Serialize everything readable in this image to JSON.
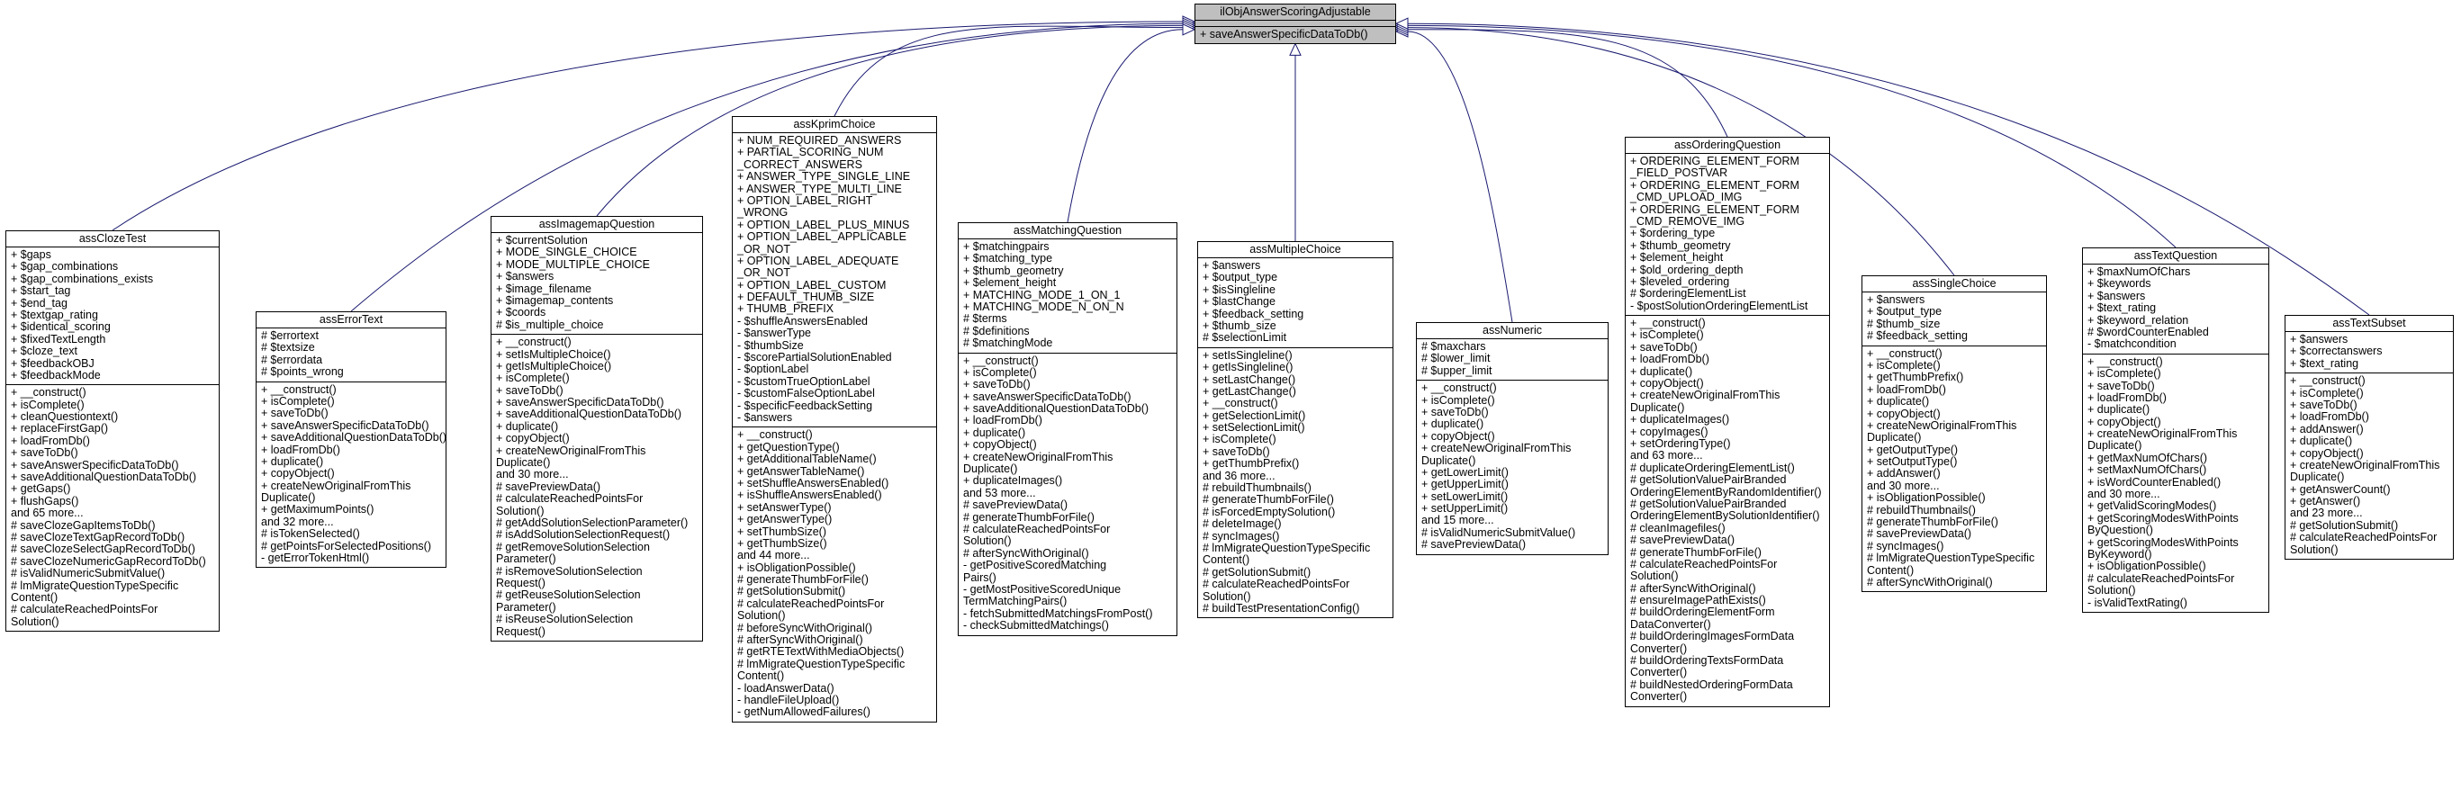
{
  "diagram": {
    "root": {
      "name": "ilObjAnswerScoringAdjustable",
      "operations": [
        "+ saveAnswerSpecificDataToDb()"
      ]
    },
    "classes": [
      {
        "id": "cloze",
        "name": "assClozeTest",
        "attributes": [
          "+ $gaps",
          "+ $gap_combinations",
          "+ $gap_combinations_exists",
          "+ $start_tag",
          "+ $end_tag",
          "+ $textgap_rating",
          "+ $identical_scoring",
          "+ $fixedTextLength",
          "+ $cloze_text",
          "+ $feedbackOBJ",
          "+ $feedbackMode"
        ],
        "operations": [
          "+ __construct()",
          "+ isComplete()",
          "+ cleanQuestiontext()",
          "+ replaceFirstGap()",
          "+ loadFromDb()",
          "+ saveToDb()",
          "+ saveAnswerSpecificDataToDb()",
          "+ saveAdditionalQuestionDataToDb()",
          "+ getGaps()",
          "+ flushGaps()",
          "and 65 more...",
          "# saveClozeGapItemsToDb()",
          "# saveClozeTextGapRecordToDb()",
          "# saveClozeSelectGapRecordToDb()",
          "# saveClozeNumericGapRecordToDb()",
          "# isValidNumericSubmitValue()",
          "# lmMigrateQuestionTypeSpecific",
          "Content()",
          "# calculateReachedPointsFor",
          "Solution()"
        ]
      },
      {
        "id": "errortext",
        "name": "assErrorText",
        "attributes": [
          "# $errortext",
          "# $textsize",
          "# $errordata",
          "# $points_wrong"
        ],
        "operations": [
          "+ __construct()",
          "+ isComplete()",
          "+ saveToDb()",
          "+ saveAnswerSpecificDataToDb()",
          "+ saveAdditionalQuestionDataToDb()",
          "+ loadFromDb()",
          "+ duplicate()",
          "+ copyObject()",
          "+ createNewOriginalFromThis",
          "Duplicate()",
          "+ getMaximumPoints()",
          "and 32 more...",
          "# isTokenSelected()",
          "# getPointsForSelectedPositions()",
          "- getErrorTokenHtml()"
        ]
      },
      {
        "id": "imagemap",
        "name": "assImagemapQuestion",
        "attributes": [
          "+ $currentSolution",
          "+ MODE_SINGLE_CHOICE",
          "+ MODE_MULTIPLE_CHOICE",
          "+ $answers",
          "+ $image_filename",
          "+ $imagemap_contents",
          "+ $coords",
          "# $is_multiple_choice"
        ],
        "operations": [
          "+ __construct()",
          "+ setIsMultipleChoice()",
          "+ getIsMultipleChoice()",
          "+ isComplete()",
          "+ saveToDb()",
          "+ saveAnswerSpecificDataToDb()",
          "+ saveAdditionalQuestionDataToDb()",
          "+ duplicate()",
          "+ copyObject()",
          "+ createNewOriginalFromThis",
          "Duplicate()",
          "and 30 more...",
          "# savePreviewData()",
          "# calculateReachedPointsFor",
          "Solution()",
          "# getAddSolutionSelectionParameter()",
          "# isAddSolutionSelectionRequest()",
          "# getRemoveSolutionSelection",
          "Parameter()",
          "# isRemoveSolutionSelection",
          "Request()",
          "# getReuseSolutionSelection",
          "Parameter()",
          "# isReuseSolutionSelection",
          "Request()"
        ]
      },
      {
        "id": "kprim",
        "name": "assKprimChoice",
        "attributes": [
          "+ NUM_REQUIRED_ANSWERS",
          "+ PARTIAL_SCORING_NUM",
          "_CORRECT_ANSWERS",
          "+ ANSWER_TYPE_SINGLE_LINE",
          "+ ANSWER_TYPE_MULTI_LINE",
          "+ OPTION_LABEL_RIGHT",
          "_WRONG",
          "+ OPTION_LABEL_PLUS_MINUS",
          "+ OPTION_LABEL_APPLICABLE",
          "_OR_NOT",
          "+ OPTION_LABEL_ADEQUATE",
          "_OR_NOT",
          "+ OPTION_LABEL_CUSTOM",
          "+ DEFAULT_THUMB_SIZE",
          "+ THUMB_PREFIX",
          "- $shuffleAnswersEnabled",
          "- $answerType",
          "- $thumbSize",
          "- $scorePartialSolutionEnabled",
          "- $optionLabel",
          "- $customTrueOptionLabel",
          "- $customFalseOptionLabel",
          "- $specificFeedbackSetting",
          "- $answers"
        ],
        "operations": [
          "+ __construct()",
          "+ getQuestionType()",
          "+ getAdditionalTableName()",
          "+ getAnswerTableName()",
          "+ setShuffleAnswersEnabled()",
          "+ isShuffleAnswersEnabled()",
          "+ setAnswerType()",
          "+ getAnswerType()",
          "+ setThumbSize()",
          "+ getThumbSize()",
          "and 44 more...",
          "+ isObligationPossible()",
          "# generateThumbForFile()",
          "# getSolutionSubmit()",
          "# calculateReachedPointsFor",
          "Solution()",
          "# beforeSyncWithOriginal()",
          "# afterSyncWithOriginal()",
          "# getRTETextWithMediaObjects()",
          "# lmMigrateQuestionTypeSpecific",
          "Content()",
          "- loadAnswerData()",
          "- handleFileUpload()",
          "- getNumAllowedFailures()"
        ]
      },
      {
        "id": "matching",
        "name": "assMatchingQuestion",
        "attributes": [
          "+ $matchingpairs",
          "+ $matching_type",
          "+ $thumb_geometry",
          "+ $element_height",
          "+ MATCHING_MODE_1_ON_1",
          "+ MATCHING_MODE_N_ON_N",
          "# $terms",
          "# $definitions",
          "# $matchingMode"
        ],
        "operations": [
          "+ __construct()",
          "+ isComplete()",
          "+ saveToDb()",
          "+ saveAnswerSpecificDataToDb()",
          "+ saveAdditionalQuestionDataToDb()",
          "+ loadFromDb()",
          "+ duplicate()",
          "+ copyObject()",
          "+ createNewOriginalFromThis",
          "Duplicate()",
          "+ duplicateImages()",
          "and 53 more...",
          "# savePreviewData()",
          "# generateThumbForFile()",
          "# calculateReachedPointsFor",
          "Solution()",
          "# afterSyncWithOriginal()",
          "- getPositiveScoredMatching",
          "Pairs()",
          "- getMostPositiveScoredUnique",
          "TermMatchingPairs()",
          "- fetchSubmittedMatchingsFromPost()",
          "- checkSubmittedMatchings()"
        ]
      },
      {
        "id": "multiple",
        "name": "assMultipleChoice",
        "attributes": [
          "+ $answers",
          "+ $output_type",
          "+ $isSingleline",
          "+ $lastChange",
          "+ $feedback_setting",
          "+ $thumb_size",
          "# $selectionLimit"
        ],
        "operations": [
          "+ setIsSingleline()",
          "+ getIsSingleline()",
          "+ setLastChange()",
          "+ getLastChange()",
          "+ __construct()",
          "+ getSelectionLimit()",
          "+ setSelectionLimit()",
          "+ isComplete()",
          "+ saveToDb()",
          "+ getThumbPrefix()",
          "and 36 more...",
          "# rebuildThumbnails()",
          "# generateThumbForFile()",
          "# isForcedEmptySolution()",
          "# deleteImage()",
          "# syncImages()",
          "# lmMigrateQuestionTypeSpecific",
          "Content()",
          "# getSolutionSubmit()",
          "# calculateReachedPointsFor",
          "Solution()",
          "# buildTestPresentationConfig()"
        ]
      },
      {
        "id": "numeric",
        "name": "assNumeric",
        "attributes": [
          "# $maxchars",
          "# $lower_limit",
          "# $upper_limit"
        ],
        "operations": [
          "+ __construct()",
          "+ isComplete()",
          "+ saveToDb()",
          "+ duplicate()",
          "+ copyObject()",
          "+ createNewOriginalFromThis",
          "Duplicate()",
          "+ getLowerLimit()",
          "+ getUpperLimit()",
          "+ setLowerLimit()",
          "+ setUpperLimit()",
          "and 15 more...",
          "# isValidNumericSubmitValue()",
          "# savePreviewData()"
        ]
      },
      {
        "id": "ordering",
        "name": "assOrderingQuestion",
        "attributes": [
          "+ ORDERING_ELEMENT_FORM",
          "_FIELD_POSTVAR",
          "+ ORDERING_ELEMENT_FORM",
          "_CMD_UPLOAD_IMG",
          "+ ORDERING_ELEMENT_FORM",
          "_CMD_REMOVE_IMG",
          "+ $ordering_type",
          "+ $thumb_geometry",
          "+ $element_height",
          "+ $old_ordering_depth",
          "+ $leveled_ordering",
          "# $orderingElementList",
          "- $postSolutionOrderingElementList"
        ],
        "operations": [
          "+ __construct()",
          "+ isComplete()",
          "+ saveToDb()",
          "+ loadFromDb()",
          "+ duplicate()",
          "+ copyObject()",
          "+ createNewOriginalFromThis",
          "Duplicate()",
          "+ duplicateImages()",
          "+ copyImages()",
          "+ setOrderingType()",
          "and 63 more...",
          "# duplicateOrderingElementList()",
          "# getSolutionValuePairBranded",
          "OrderingElementByRandomIdentifier()",
          "# getSolutionValuePairBranded",
          "OrderingElementBySolutionIdentifier()",
          "# cleanImagefiles()",
          "# savePreviewData()",
          "# generateThumbForFile()",
          "# calculateReachedPointsFor",
          "Solution()",
          "# afterSyncWithOriginal()",
          "# ensureImagePathExists()",
          "# buildOrderingElementForm",
          "DataConverter()",
          "# buildOrderingImagesFormData",
          "Converter()",
          "# buildOrderingTextsFormData",
          "Converter()",
          "# buildNestedOrderingFormData",
          "Converter()"
        ]
      },
      {
        "id": "single",
        "name": "assSingleChoice",
        "attributes": [
          "+ $answers",
          "+ $output_type",
          "# $thumb_size",
          "# $feedback_setting"
        ],
        "operations": [
          "+ __construct()",
          "+ isComplete()",
          "+ getThumbPrefix()",
          "+ loadFromDb()",
          "+ duplicate()",
          "+ copyObject()",
          "+ createNewOriginalFromThis",
          "Duplicate()",
          "+ getOutputType()",
          "+ setOutputType()",
          "+ addAnswer()",
          "and 30 more...",
          "+ isObligationPossible()",
          "# rebuildThumbnails()",
          "# generateThumbForFile()",
          "# savePreviewData()",
          "# syncImages()",
          "# lmMigrateQuestionTypeSpecific",
          "Content()",
          "# afterSyncWithOriginal()"
        ]
      },
      {
        "id": "text",
        "name": "assTextQuestion",
        "attributes": [
          "+ $maxNumOfChars",
          "+ $keywords",
          "+ $answers",
          "+ $text_rating",
          "+ $keyword_relation",
          "# $wordCounterEnabled",
          "- $matchcondition"
        ],
        "operations": [
          "+ __construct()",
          "+ isComplete()",
          "+ saveToDb()",
          "+ loadFromDb()",
          "+ duplicate()",
          "+ copyObject()",
          "+ createNewOriginalFromThis",
          "Duplicate()",
          "+ getMaxNumOfChars()",
          "+ setMaxNumOfChars()",
          "+ isWordCounterEnabled()",
          "and 30 more...",
          "+ getValidScoringModes()",
          "+ getScoringModesWithPoints",
          "ByQuestion()",
          "+ getScoringModesWithPoints",
          "ByKeyword()",
          "+ isObligationPossible()",
          "# calculateReachedPointsFor",
          "Solution()",
          "- isValidTextRating()"
        ]
      },
      {
        "id": "subset",
        "name": "assTextSubset",
        "attributes": [
          "+ $answers",
          "+ $correctanswers",
          "+ $text_rating"
        ],
        "operations": [
          "+ __construct()",
          "+ isComplete()",
          "+ saveToDb()",
          "+ loadFromDb()",
          "+ addAnswer()",
          "+ duplicate()",
          "+ copyObject()",
          "+ createNewOriginalFromThis",
          "Duplicate()",
          "+ getAnswerCount()",
          "+ getAnswer()",
          "and 23 more...",
          "# getSolutionSubmit()",
          "# calculateReachedPointsFor",
          "Solution()"
        ]
      }
    ]
  }
}
